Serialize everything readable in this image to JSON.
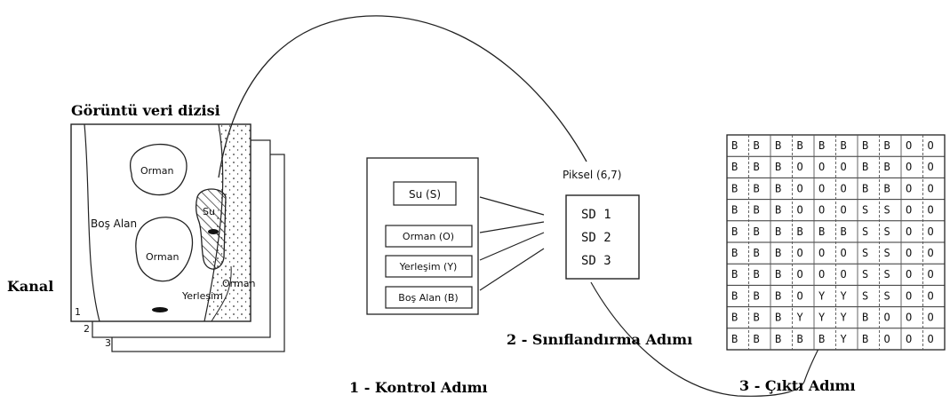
{
  "image_grid": {
    "title": "Görüntü veri dizisi",
    "channel_label": "Kanal",
    "layer_numbers": [
      "1",
      "2",
      "3"
    ],
    "regions": {
      "forest_top": "Orman",
      "bare": "Boş Alan",
      "water": "Su",
      "forest_bottom": "Orman",
      "settlement": "Yerleşim",
      "forest_right": "Orman"
    }
  },
  "control_step": {
    "caption": "1 - Kontrol Adımı",
    "classes": [
      "Su (S)",
      "Orman (O)",
      "Yerleşim (Y)",
      "Boş Alan (B)"
    ]
  },
  "classification_step": {
    "caption": "2 - Sınıflandırma Adımı",
    "pixel_label": "Piksel (6,7)",
    "sd_values": [
      "SD 1",
      "SD 2",
      "SD 3"
    ]
  },
  "output_step": {
    "caption": "3 - Çıktı Adımı",
    "grid": [
      [
        "B",
        "B",
        "B",
        "B",
        "B",
        "B",
        "B",
        "B",
        "O",
        "O"
      ],
      [
        "B",
        "B",
        "B",
        "O",
        "O",
        "O",
        "B",
        "B",
        "O",
        "O"
      ],
      [
        "B",
        "B",
        "B",
        "O",
        "O",
        "O",
        "B",
        "B",
        "O",
        "O"
      ],
      [
        "B",
        "B",
        "B",
        "O",
        "O",
        "O",
        "S",
        "S",
        "O",
        "O"
      ],
      [
        "B",
        "B",
        "B",
        "B",
        "B",
        "B",
        "S",
        "S",
        "O",
        "O"
      ],
      [
        "B",
        "B",
        "B",
        "O",
        "O",
        "O",
        "S",
        "S",
        "O",
        "O"
      ],
      [
        "B",
        "B",
        "B",
        "O",
        "O",
        "O",
        "S",
        "S",
        "O",
        "O"
      ],
      [
        "B",
        "B",
        "B",
        "O",
        "Y",
        "Y",
        "S",
        "S",
        "O",
        "O"
      ],
      [
        "B",
        "B",
        "B",
        "Y",
        "Y",
        "Y",
        "B",
        "O",
        "O",
        "O"
      ],
      [
        "B",
        "B",
        "B",
        "B",
        "B",
        "Y",
        "B",
        "O",
        "O",
        "O"
      ]
    ]
  }
}
